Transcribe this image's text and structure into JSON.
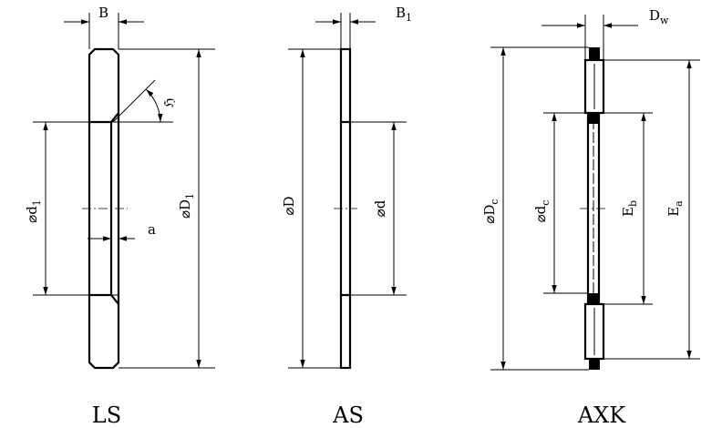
{
  "labels": {
    "ls": {
      "caption": "LS",
      "B": "B",
      "d1": "⌀d",
      "d1_sub": "1",
      "D1": "⌀D",
      "D1_sub": "1",
      "a": "a",
      "angle": "ℌ"
    },
    "as": {
      "caption": "AS",
      "B1": "B",
      "B1_sub": "1",
      "D": "⌀D",
      "d": "⌀d"
    },
    "axk": {
      "caption": "AXK",
      "Dw": "D",
      "Dw_sub": "w",
      "Dc": "⌀D",
      "Dc_sub": "c",
      "dc": "⌀d",
      "dc_sub": "c",
      "Eb": "E",
      "Eb_sub": "b",
      "Ea": "E",
      "Ea_sub": "a"
    }
  }
}
